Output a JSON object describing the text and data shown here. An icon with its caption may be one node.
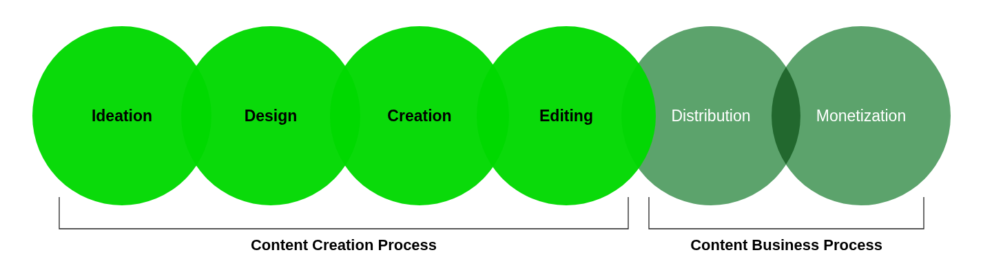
{
  "diagram": {
    "nodes": [
      {
        "text": [
          "Ideation"
        ]
      },
      {
        "text": [
          "Design"
        ]
      },
      {
        "text": [
          "Creation"
        ]
      },
      {
        "text": [
          "Editing"
        ]
      },
      {
        "text": [
          "Distribution"
        ]
      },
      {
        "text": [
          "Monetization"
        ]
      }
    ],
    "labels": [
      "Content Creation Process",
      "Content Business Process"
    ]
  }
}
